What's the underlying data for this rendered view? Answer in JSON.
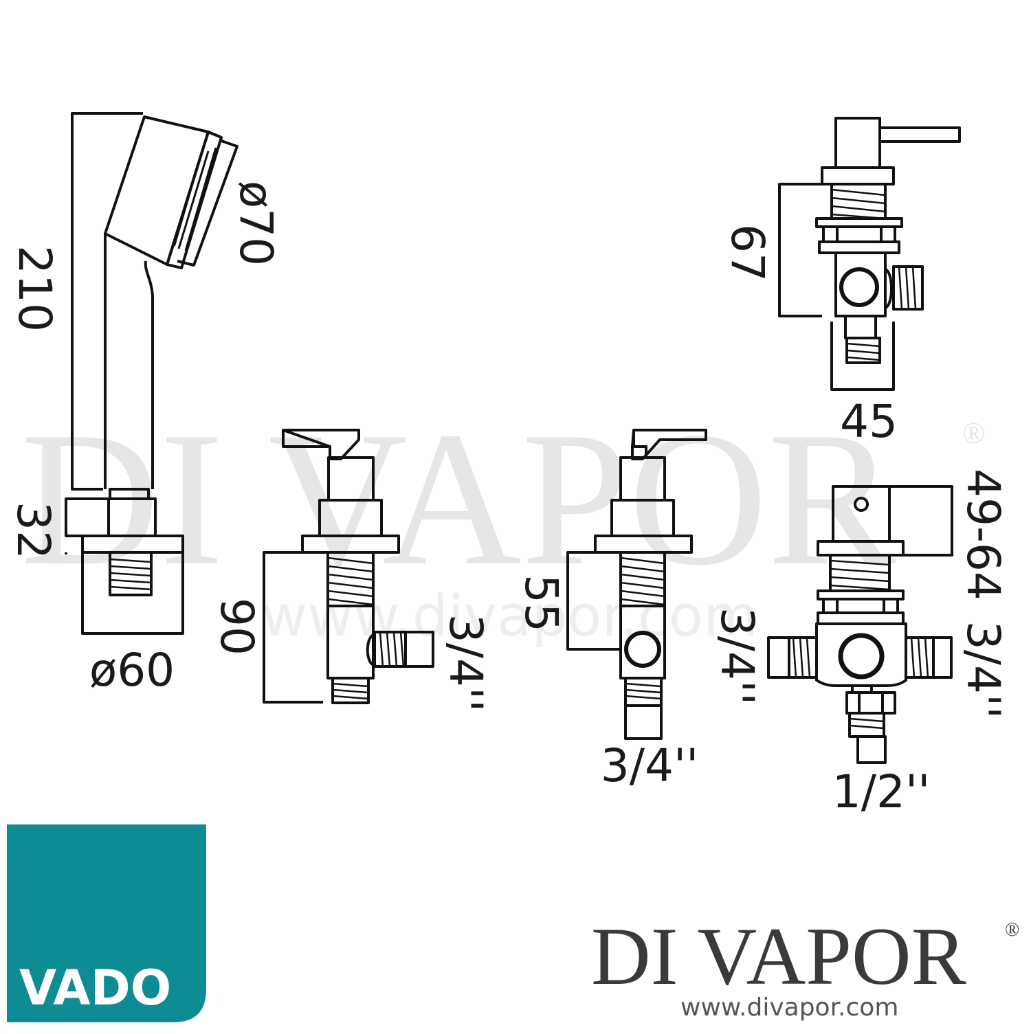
{
  "watermark": {
    "text": "DI VAPOR",
    "reg": "®",
    "url": "www.divapor.com"
  },
  "dimensions": {
    "handset_length": "210",
    "handset_head_dia": "ø70",
    "holder_height": "32",
    "holder_dia": "ø60",
    "valve_left_height": "90",
    "valve_left_outlet": "3/4''",
    "valve_mid_height": "55",
    "valve_mid_outlet": "3/4''",
    "diverter_top_height": "67",
    "diverter_top_width": "45",
    "diverter_height": "49-64",
    "diverter_left_port": "3/4''",
    "diverter_right_port": "3/4''",
    "diverter_bottom_port": "1/2''"
  },
  "logos": {
    "vado": {
      "text": "VADO",
      "color": "#0e8c93"
    },
    "divapor": {
      "text": "DI VAPOR",
      "reg": "®",
      "url": "www.divapor.com"
    }
  }
}
